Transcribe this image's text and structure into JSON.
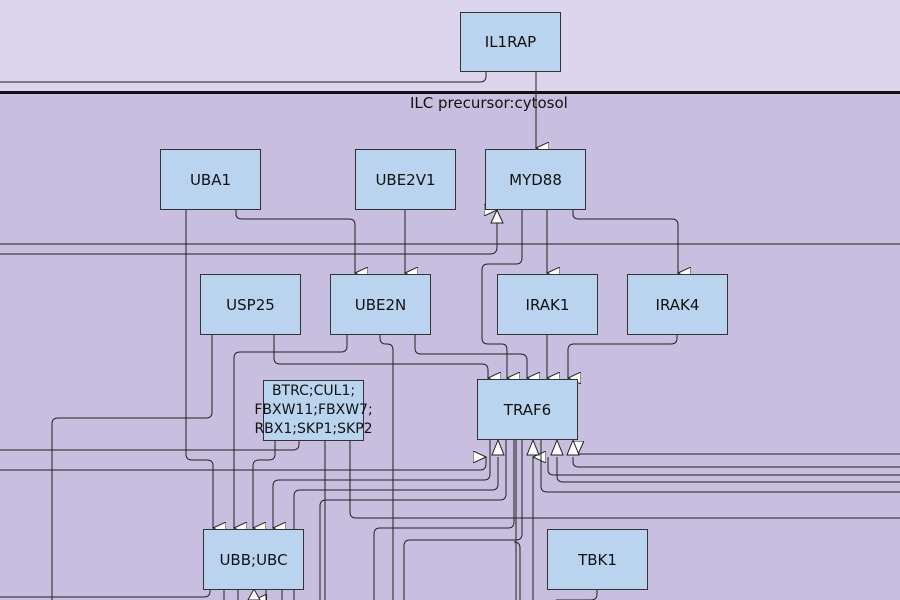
{
  "colors": {
    "extracellular_bg": "#ddd4ee",
    "cytosol_bg": "#c8bedf",
    "node_fill": "#bad4ef",
    "edge": "#222222"
  },
  "compartment": {
    "label": "ILC precursor:cytosol"
  },
  "nodes": {
    "il1rap": "IL1RAP",
    "uba1": "UBA1",
    "ube2v1": "UBE2V1",
    "myd88": "MYD88",
    "usp25": "USP25",
    "ube2n": "UBE2N",
    "irak1": "IRAK1",
    "irak4": "IRAK4",
    "btrc_line1": "BTRC;CUL1;",
    "btrc_line2": "FBXW11;FBXW7;",
    "btrc_line3": "RBX1;SKP1;SKP2",
    "traf6": "TRAF6",
    "ubb_ubc": "UBB;UBC",
    "tbk1": "TBK1"
  }
}
